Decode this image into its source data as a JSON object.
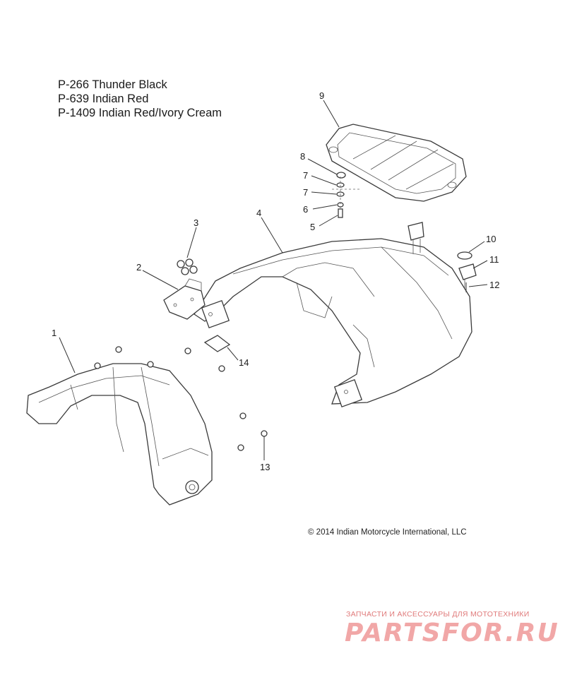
{
  "legend": [
    "P-266  Thunder Black",
    "P-639  Indian Red",
    "P-1409 Indian Red/Ivory Cream"
  ],
  "callouts": {
    "c1": "1",
    "c2": "2",
    "c3": "3",
    "c4": "4",
    "c5": "5",
    "c6": "6",
    "c7a": "7",
    "c7b": "7",
    "c8": "8",
    "c9": "9",
    "c10": "10",
    "c11": "11",
    "c12": "12",
    "c13": "13",
    "c14": "14"
  },
  "copyright": "© 2014 Indian Motorcycle International, LLC",
  "watermark": {
    "tagline": "ЗАПЧАСТИ И АКСЕССУАРЫ ДЛЯ МОТОТЕХНИКИ",
    "logo": "PARTSFOR.RU"
  }
}
